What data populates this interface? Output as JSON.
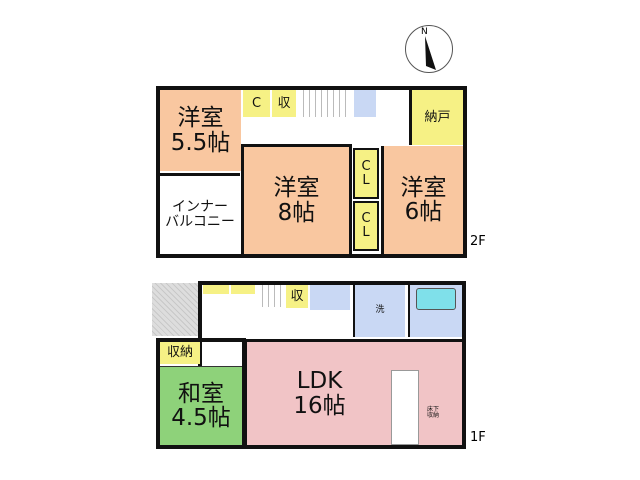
{
  "compass": {
    "north_label": "N"
  },
  "floor2": {
    "label": "2F",
    "rooms": {
      "western_55": "洋室\n5.5帖",
      "closet_c": "C",
      "storage": "収",
      "storage_room": "納戸",
      "western_8": "洋室\n8帖",
      "cl1": "C\nL",
      "cl2": "C\nL",
      "western_6": "洋室\n6帖",
      "balcony": "インナー\nバルコニー"
    }
  },
  "floor1": {
    "label": "1F",
    "rooms": {
      "storage": "収",
      "washroom": "洗",
      "storage_closet": "収納",
      "japanese": "和室\n4.5帖",
      "ldk": "LDK\n16帖",
      "underfloor": "床下\n収納"
    }
  },
  "colors": {
    "western": "#f9c7a0",
    "closet": "#f6f185",
    "water": "#c9d8f4",
    "ldk": "#f1c4c6",
    "japanese": "#8ed27a"
  }
}
